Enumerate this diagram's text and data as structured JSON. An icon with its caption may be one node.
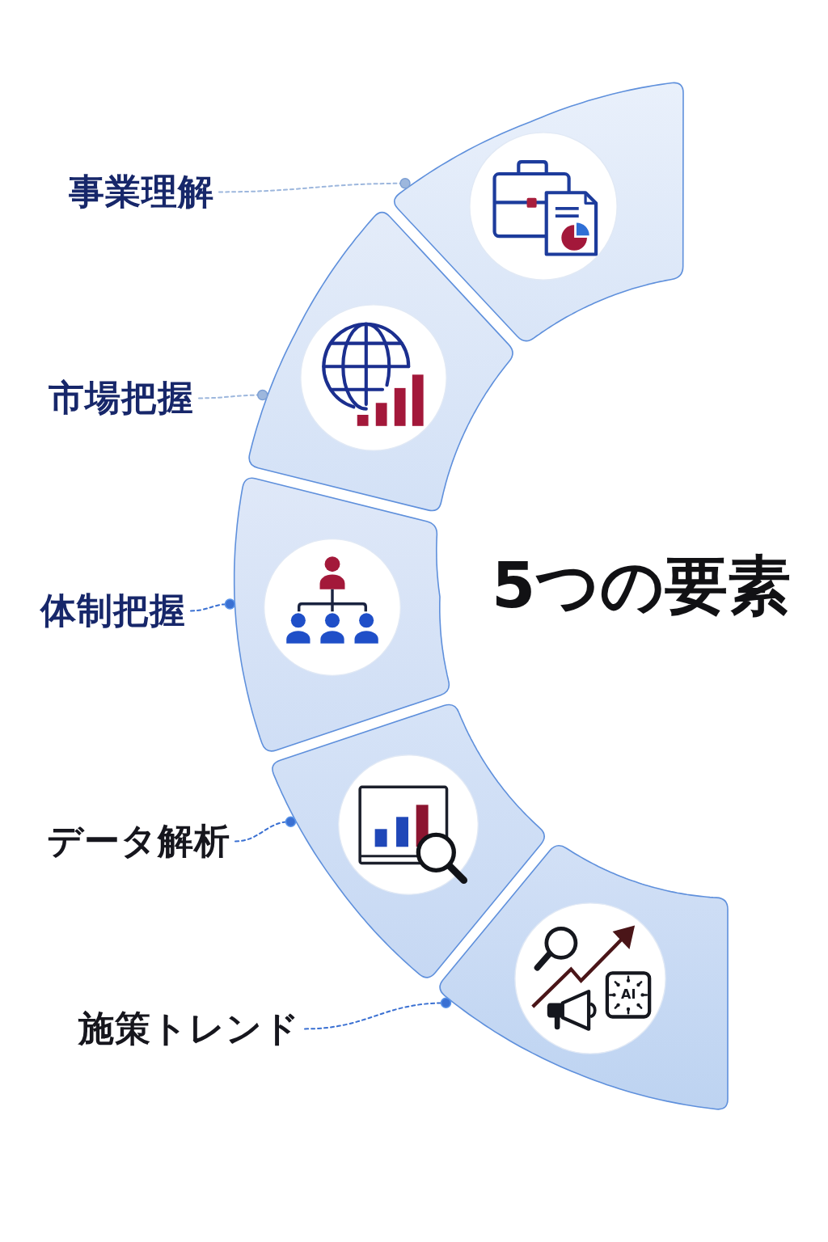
{
  "diagram": {
    "title": "5つの要素",
    "nodes": [
      {
        "text": [
          "事業理解"
        ]
      },
      {
        "text": [],
        "shape": "sector"
      },
      {
        "text": [
          "市場把握"
        ]
      },
      {
        "text": [],
        "shape": "sector"
      },
      {
        "text": [
          "体制把握"
        ]
      },
      {
        "text": [],
        "shape": "sector"
      },
      {
        "text": [
          "データ解析"
        ]
      },
      {
        "text": [],
        "shape": "sector"
      },
      {
        "text": [
          "施策トレンド"
        ]
      },
      {
        "text": [],
        "shape": "sector"
      }
    ],
    "edges": [
      {
        "from": 0,
        "to": 1,
        "arrow": "other",
        "style": "dashed",
        "color": "#9db7dd"
      },
      {
        "from": 2,
        "to": 3,
        "arrow": "other",
        "style": "dashed",
        "color": "#9db7dd"
      },
      {
        "from": 4,
        "to": 5,
        "arrow": "other",
        "style": "dashed"
      },
      {
        "from": 6,
        "to": 7,
        "arrow": "other",
        "style": "dashed"
      },
      {
        "from": 8,
        "to": 9,
        "arrow": "other",
        "style": "dashed"
      }
    ],
    "labels": [
      "AI"
    ]
  }
}
